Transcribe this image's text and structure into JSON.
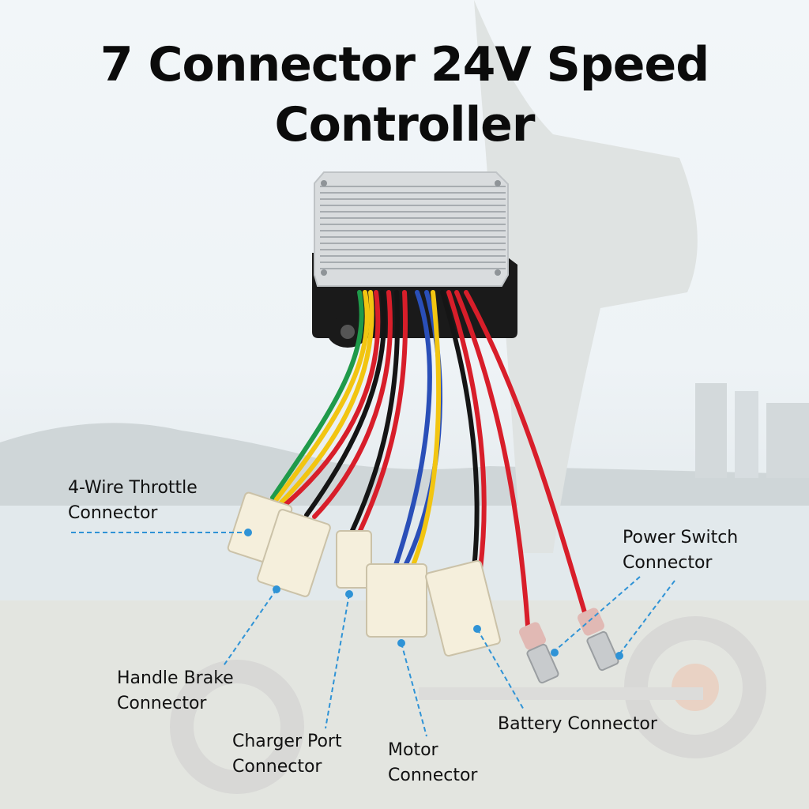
{
  "title": {
    "line1": "7 Connector 24V Speed",
    "line2": "Controller"
  },
  "labels": {
    "throttle": {
      "line1": "4-Wire Throttle",
      "line2": "Connector"
    },
    "brake": {
      "line1": "Handle Brake",
      "line2": "Connector"
    },
    "charger": {
      "line1": "Charger Port",
      "line2": "Connector"
    },
    "motor": {
      "line1": "Motor",
      "line2": "Connector"
    },
    "battery": {
      "line1": "Battery Connector"
    },
    "power_switch": {
      "line1": "Power Switch",
      "line2": "Connector"
    }
  },
  "colors": {
    "callout": "#2f93d6",
    "wire_red": "#d81e2a",
    "wire_yellow": "#f2c511",
    "wire_green": "#1f9a4a",
    "wire_blue": "#2a4fb8",
    "wire_black": "#151515",
    "heatsink": "#d9dcde",
    "housing": "#1a1a1a",
    "plug": "#f5efdc"
  }
}
